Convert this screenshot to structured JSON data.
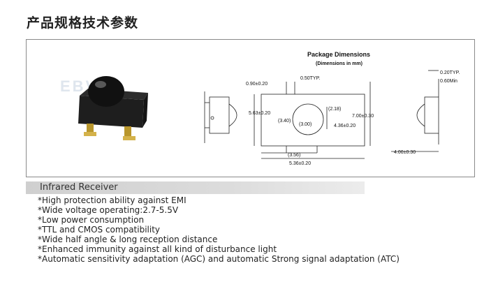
{
  "page": {
    "title": "产品规格技术参数"
  },
  "figure": {
    "watermark": "EBVB",
    "package_title": "Package Dimensions",
    "package_subtitle": "(Dimensions in mm)",
    "labels": {
      "d_090": "0.90±0.20",
      "d_050": "0.50TYP.",
      "d_563": "5.63±0.20",
      "d_340": "(3.40)",
      "d_300": "(3.00)",
      "d_218": "(2.18)",
      "d_436": "4.36±0.20",
      "d_700": "7.00±0.30",
      "d_356": "(3.56)",
      "d_536": "5.36±0.20",
      "d_020": "0.20TYP.",
      "d_060": "0.60Min",
      "d_400": "4.00±0.30"
    }
  },
  "section": {
    "title": "Infrared Receiver"
  },
  "features": [
    "*High protection ability against EMI",
    "*Wide voltage operating:2.7-5.5V",
    "*Low power consumption",
    "*TTL and CMOS compatibility",
    "*Wide half angle & long reception distance",
    "*Enhanced immunity against all kind of disturbance light",
    "*Automatic sensitivity adaptation (AGC) and automatic Strong signal adaptation (ATC)"
  ]
}
